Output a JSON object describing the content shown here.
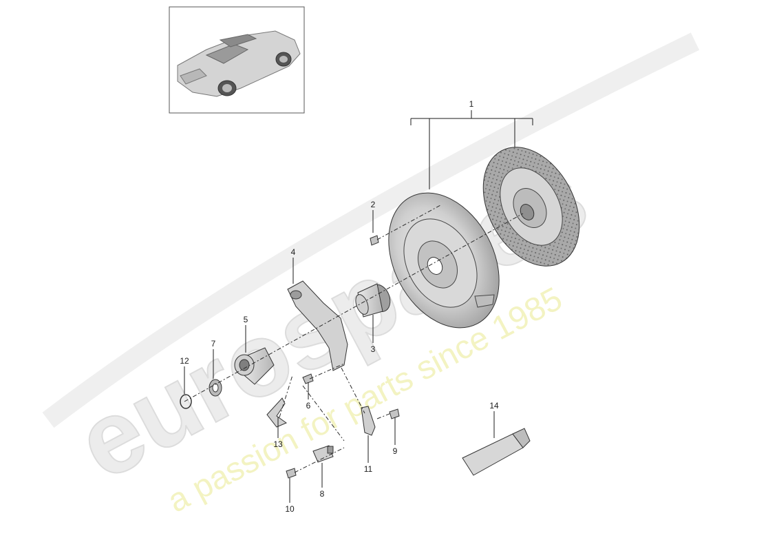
{
  "watermark": {
    "brand": "eurospares",
    "tagline": "a passion for parts since 1985"
  },
  "callouts": {
    "c1": "1",
    "c2": "2",
    "c3": "3",
    "c4": "4",
    "c5": "5",
    "c6": "6",
    "c7": "7",
    "c8": "8",
    "c9": "9",
    "c10": "10",
    "c11": "11",
    "c12": "12",
    "c13": "13",
    "c14": "14"
  },
  "colors": {
    "line": "#1a1a1a",
    "part_fill": "#d8d8d8",
    "disc_fill": "#c9c9c9",
    "watermark_grey": "#ececec",
    "watermark_yellow": "#f1f1b8"
  }
}
